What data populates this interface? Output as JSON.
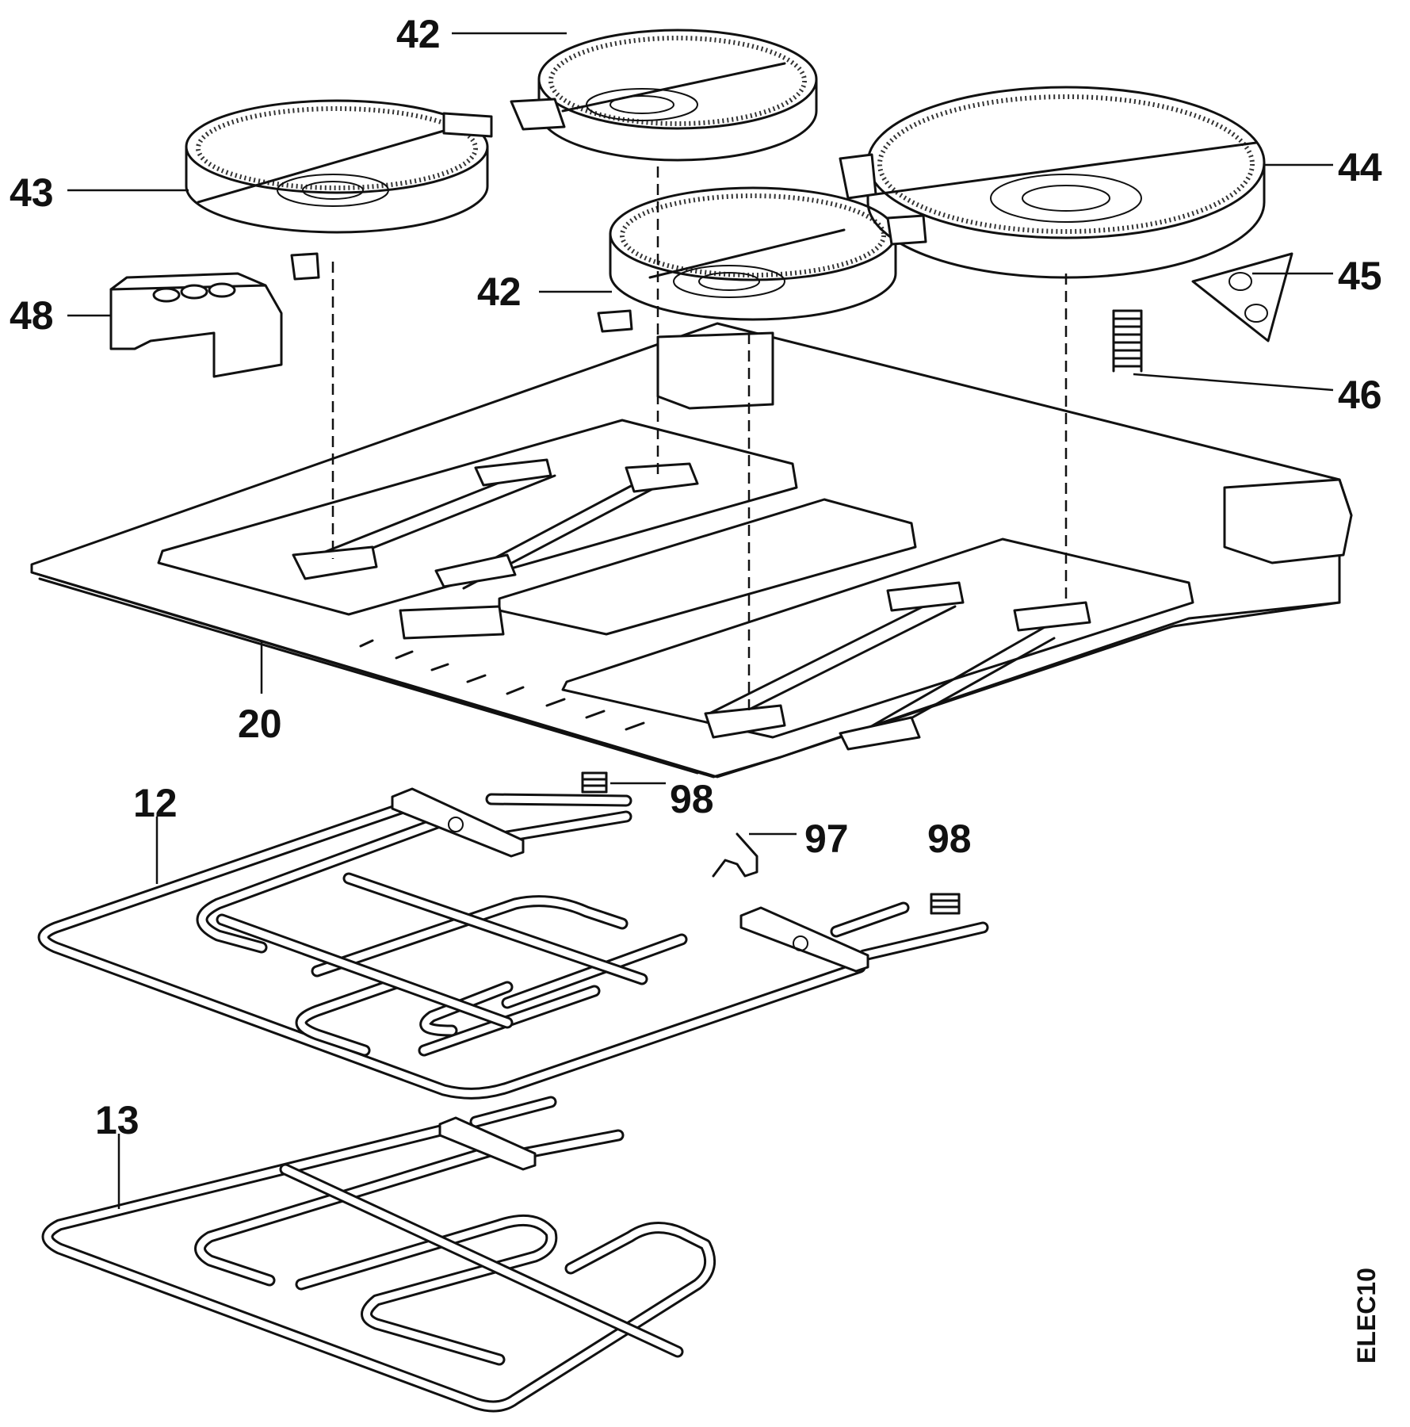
{
  "callouts": {
    "c42_top": "42",
    "c43": "43",
    "c44": "44",
    "c42_mid": "42",
    "c48": "48",
    "c45": "45",
    "c46": "46",
    "c20": "20",
    "c12": "12",
    "c98_left": "98",
    "c97": "97",
    "c98_right": "98",
    "c13": "13"
  },
  "drawing_code": "ELEC10"
}
